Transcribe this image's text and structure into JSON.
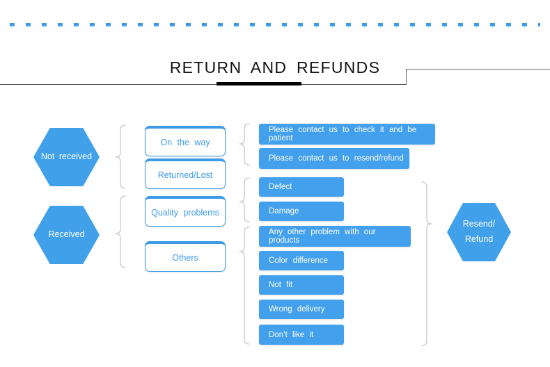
{
  "page": {
    "title": "RETURN  AND  REFUNDS",
    "accent_color": "#40a0ea",
    "chip_color": "#43a0ec",
    "brace_color": "#c6c6c6",
    "accent_bar_color": "#000000"
  },
  "stages": {
    "not_received": {
      "label": "Not  received"
    },
    "received": {
      "label": "Received"
    },
    "outcome": {
      "line1": "Resend/",
      "line2": "Refund"
    }
  },
  "categories": [
    {
      "label": "On  the  way"
    },
    {
      "label": "Returned/Lost"
    },
    {
      "label": "Quality  problems"
    },
    {
      "label": "Others"
    }
  ],
  "actions": [
    {
      "label": "Please  contact  us  to  check  it  and  be  patient"
    },
    {
      "label": "Please  contact  us  to  resend/refund"
    },
    {
      "label": "Defect"
    },
    {
      "label": "Damage"
    },
    {
      "label": "Any  other  problem  with  our  products"
    },
    {
      "label": "Color  difference"
    },
    {
      "label": "Not  fit"
    },
    {
      "label": "Wrong  delivery"
    },
    {
      "label": "Don’t  like  it"
    }
  ]
}
